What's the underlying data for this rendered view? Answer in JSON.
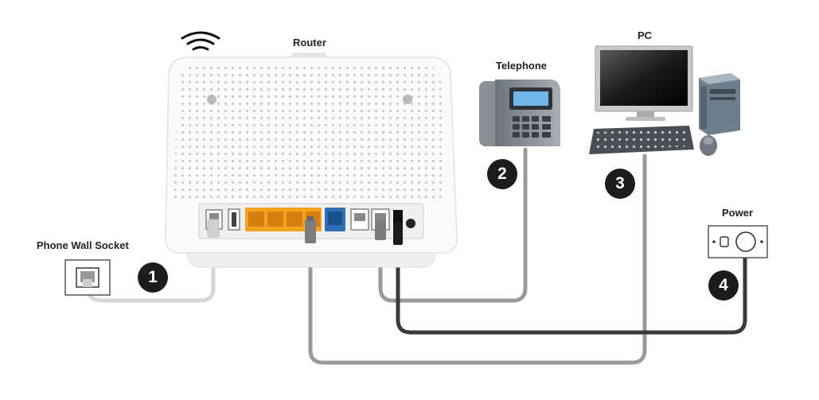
{
  "labels": {
    "router": "Router",
    "telephone": "Telephone",
    "pc": "PC",
    "power": "Power",
    "phone_wall_socket": "Phone Wall Socket"
  },
  "steps": [
    "1",
    "2",
    "3",
    "4"
  ],
  "colors": {
    "cable_light": "#d6d6d6",
    "cable_mid": "#9a9a9a",
    "cable_dark": "#3a3a3a",
    "lan_port": "#f2a21c",
    "wan_port": "#2e6fb5",
    "badge": "#1c1c1c"
  },
  "icons": {
    "router": "wireless-router",
    "wifi": "wifi-icon",
    "telephone": "desk-phone",
    "pc": "desktop-computer",
    "power": "power-outlet",
    "wall_socket": "phone-wall-socket"
  }
}
